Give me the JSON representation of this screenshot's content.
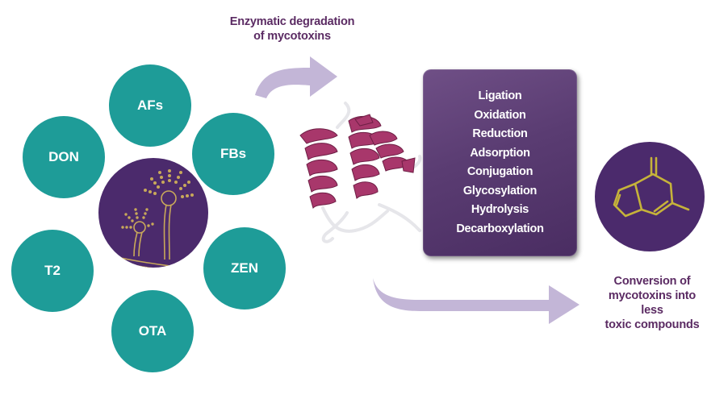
{
  "header": {
    "title_line1": "Enzymatic degradation",
    "title_line2": "of mycotoxins"
  },
  "mycotoxins": [
    {
      "label": "AFs"
    },
    {
      "label": "FBs"
    },
    {
      "label": "ZEN"
    },
    {
      "label": "OTA"
    },
    {
      "label": "T2"
    },
    {
      "label": "DON"
    }
  ],
  "processes": [
    "Ligation",
    "Oxidation",
    "Reduction",
    "Adsorption",
    "Conjugation",
    "Glycosylation",
    "Hydrolysis",
    "Decarboxylation"
  ],
  "result": {
    "line1": "Conversion of",
    "line2": "mycotoxins into less",
    "line3": "toxic compounds"
  },
  "colors": {
    "toxin_circle": "#1e9c98",
    "fungus_circle": "#4b2a6c",
    "arrow": "#c3b6d7",
    "protein": "#a8376b",
    "text_title": "#5b2b63",
    "process_box": "#5a3c72",
    "molecule": "#c6b33a"
  },
  "icons": {
    "fungus": "aspergillus-fungus-icon",
    "enzyme": "protein-ribbon-icon",
    "molecule": "chemical-structure-icon"
  }
}
